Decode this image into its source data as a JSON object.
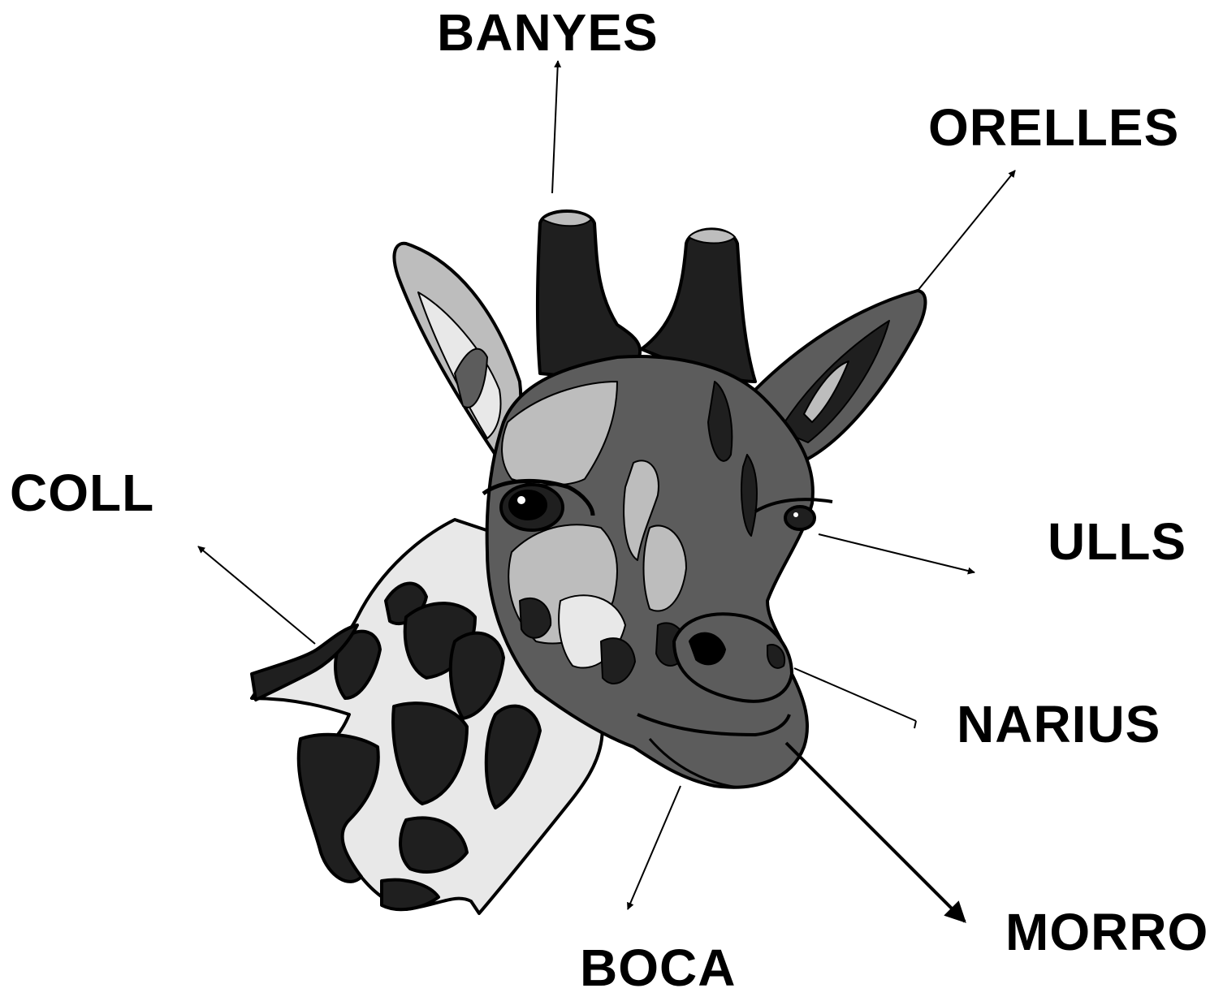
{
  "labels": {
    "horns": "BANYES",
    "ears": "ORELLES",
    "neck": "COLL",
    "eyes": "ULLS",
    "nostrils": "NARIUS",
    "mouth": "BOCA",
    "muzzle": "MORRO"
  },
  "colors": {
    "background": "#ffffff",
    "ink": "#000000",
    "dark": "#1f1f1f",
    "mid": "#5c5c5c",
    "light": "#bdbdbd",
    "pale": "#e8e8e8"
  }
}
